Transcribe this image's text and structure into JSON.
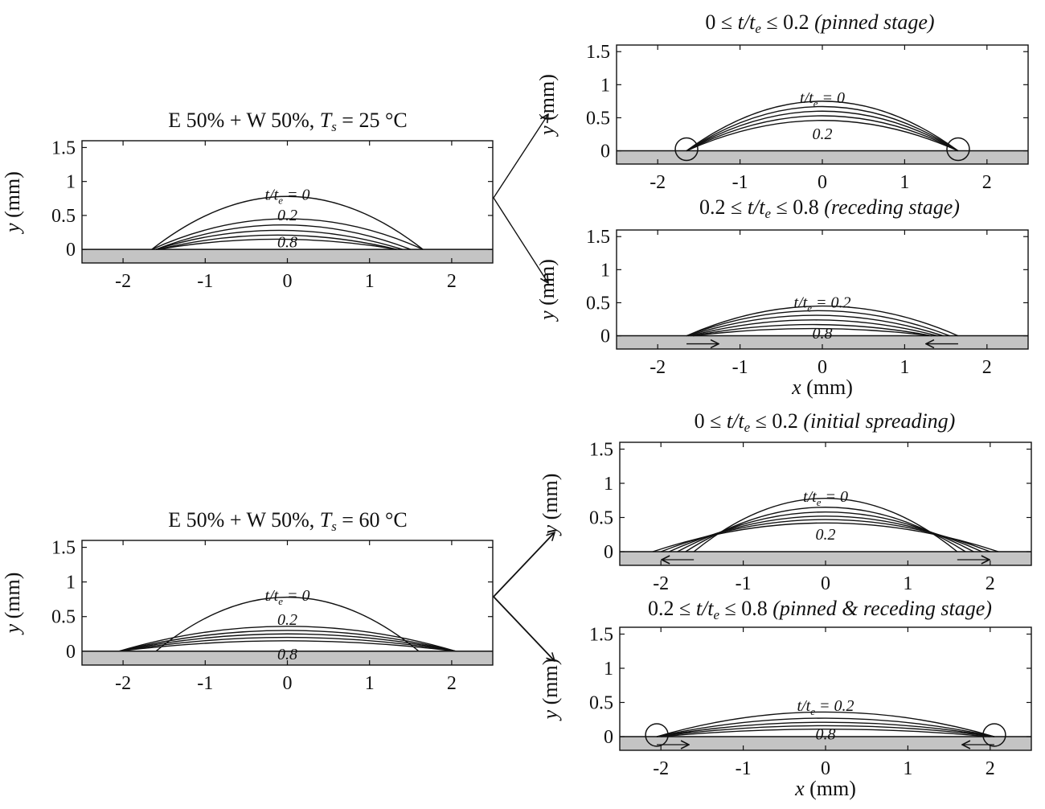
{
  "chart_data": [
    {
      "type": "line",
      "title": "E 50% + W 50%, Ts = 25 °C",
      "xlabel": "",
      "ylabel": "y (mm)",
      "xlim": [
        -2.5,
        2.5
      ],
      "ylim": [
        -0.2,
        1.6
      ],
      "xticks": [
        "-2",
        "-1",
        "0",
        "1",
        "2"
      ],
      "yticks": [
        "0",
        "0.5",
        "1",
        "1.5"
      ],
      "annotations": [
        {
          "text": "t/te = 0",
          "x": 0,
          "y": 0.8
        },
        {
          "text": "0.2",
          "x": 0,
          "y": 0.5
        },
        {
          "text": "0.8",
          "x": 0,
          "y": 0.1
        }
      ],
      "series": [
        {
          "r": 1.65,
          "h": 0.78,
          "xc": 0
        },
        {
          "r": 1.65,
          "h": 0.45,
          "xc": 0
        },
        {
          "r": 1.55,
          "h": 0.36,
          "xc": -0.05
        },
        {
          "r": 1.5,
          "h": 0.28,
          "xc": -0.1
        },
        {
          "r": 1.45,
          "h": 0.21,
          "xc": -0.12
        },
        {
          "r": 1.45,
          "h": 0.15,
          "xc": -0.12
        }
      ]
    },
    {
      "type": "line",
      "title": "0 ≤ t/te ≤ 0.2 (pinned stage)",
      "xlabel": "",
      "ylabel": "y (mm)",
      "xlim": [
        -2.5,
        2.5
      ],
      "ylim": [
        -0.2,
        1.6
      ],
      "xticks": [
        "-2",
        "-1",
        "0",
        "1",
        "2"
      ],
      "yticks": [
        "0",
        "0.5",
        "1",
        "1.5"
      ],
      "annotations": [
        {
          "text": "t/te = 0",
          "x": 0,
          "y": 0.8
        },
        {
          "text": "0.2",
          "x": 0,
          "y": 0.25
        }
      ],
      "series": [
        {
          "r": 1.65,
          "h": 0.75,
          "xc": 0
        },
        {
          "r": 1.65,
          "h": 0.67,
          "xc": 0
        },
        {
          "r": 1.65,
          "h": 0.6,
          "xc": 0
        },
        {
          "r": 1.65,
          "h": 0.53,
          "xc": 0
        },
        {
          "r": 1.65,
          "h": 0.46,
          "xc": 0
        }
      ]
    },
    {
      "type": "line",
      "title": "0.2 ≤ t/te  ≤ 0.8 (receding stage)",
      "xlabel": "x (mm)",
      "ylabel": "y (mm)",
      "xlim": [
        -2.5,
        2.5
      ],
      "ylim": [
        -0.2,
        1.6
      ],
      "xticks": [
        "-2",
        "-1",
        "0",
        "1",
        "2"
      ],
      "yticks": [
        "0",
        "0.5",
        "1",
        "1.5"
      ],
      "annotations": [
        {
          "text": "t/te = 0.2",
          "x": 0,
          "y": 0.5
        },
        {
          "text": "0.8",
          "x": 0,
          "y": 0.03
        }
      ],
      "series": [
        {
          "r": 1.65,
          "h": 0.45,
          "xc": 0
        },
        {
          "r": 1.6,
          "h": 0.38,
          "xc": -0.05
        },
        {
          "r": 1.55,
          "h": 0.31,
          "xc": -0.08
        },
        {
          "r": 1.5,
          "h": 0.24,
          "xc": -0.1
        },
        {
          "r": 1.45,
          "h": 0.17,
          "xc": -0.12
        },
        {
          "r": 1.45,
          "h": 0.11,
          "xc": -0.12
        }
      ]
    },
    {
      "type": "line",
      "title": "E 50% + W 50%, Ts = 60 °C",
      "xlabel": "",
      "ylabel": "y (mm)",
      "xlim": [
        -2.5,
        2.5
      ],
      "ylim": [
        -0.2,
        1.6
      ],
      "xticks": [
        "-2",
        "-1",
        "0",
        "1",
        "2"
      ],
      "yticks": [
        "0",
        "0.5",
        "1",
        "1.5"
      ],
      "annotations": [
        {
          "text": "t/te = 0",
          "x": 0,
          "y": 0.8
        },
        {
          "text": "0.2",
          "x": 0,
          "y": 0.45
        },
        {
          "text": "0.8",
          "x": 0,
          "y": -0.05
        }
      ],
      "series": [
        {
          "r": 1.6,
          "h": 0.78,
          "xc": 0
        },
        {
          "r": 2.05,
          "h": 0.36,
          "xc": 0
        },
        {
          "r": 2.05,
          "h": 0.3,
          "xc": 0
        },
        {
          "r": 2.05,
          "h": 0.25,
          "xc": 0
        },
        {
          "r": 2.05,
          "h": 0.2,
          "xc": 0
        },
        {
          "r": 2.05,
          "h": 0.15,
          "xc": 0
        }
      ]
    },
    {
      "type": "line",
      "title": "0 ≤ t/te  ≤ 0.2 (initial spreading)",
      "xlabel": "",
      "ylabel": "y (mm)",
      "xlim": [
        -2.5,
        2.5
      ],
      "ylim": [
        -0.2,
        1.6
      ],
      "xticks": [
        "-2",
        "-1",
        "0",
        "1",
        "2"
      ],
      "yticks": [
        "0",
        "0.5",
        "1",
        "1.5"
      ],
      "annotations": [
        {
          "text": "t/te = 0",
          "x": 0,
          "y": 0.8
        },
        {
          "text": "0.2",
          "x": 0,
          "y": 0.25
        }
      ],
      "series": [
        {
          "r": 1.6,
          "h": 0.78,
          "xc": 0
        },
        {
          "r": 1.7,
          "h": 0.65,
          "xc": 0
        },
        {
          "r": 1.8,
          "h": 0.58,
          "xc": 0
        },
        {
          "r": 1.9,
          "h": 0.52,
          "xc": 0
        },
        {
          "r": 2.0,
          "h": 0.47,
          "xc": 0
        },
        {
          "r": 2.1,
          "h": 0.42,
          "xc": 0
        }
      ]
    },
    {
      "type": "line",
      "title": "0.2 ≤ t/te ≤ 0.8 (pinned & receding stage)",
      "xlabel": "x (mm)",
      "ylabel": "y (mm)",
      "xlim": [
        -2.5,
        2.5
      ],
      "ylim": [
        -0.2,
        1.6
      ],
      "xticks": [
        "-2",
        "-1",
        "0",
        "1",
        "2"
      ],
      "yticks": [
        "0",
        "0.5",
        "1",
        "1.5"
      ],
      "annotations": [
        {
          "text": "t/te = 0.2",
          "x": 0,
          "y": 0.45
        },
        {
          "text": "0.8",
          "x": 0,
          "y": 0.03
        }
      ],
      "series": [
        {
          "r": 2.05,
          "h": 0.36,
          "xc": 0
        },
        {
          "r": 2.05,
          "h": 0.27,
          "xc": 0
        },
        {
          "r": 2.05,
          "h": 0.21,
          "xc": 0
        },
        {
          "r": 2.05,
          "h": 0.16,
          "xc": 0
        },
        {
          "r": 2.0,
          "h": 0.11,
          "xc": 0
        }
      ]
    }
  ]
}
